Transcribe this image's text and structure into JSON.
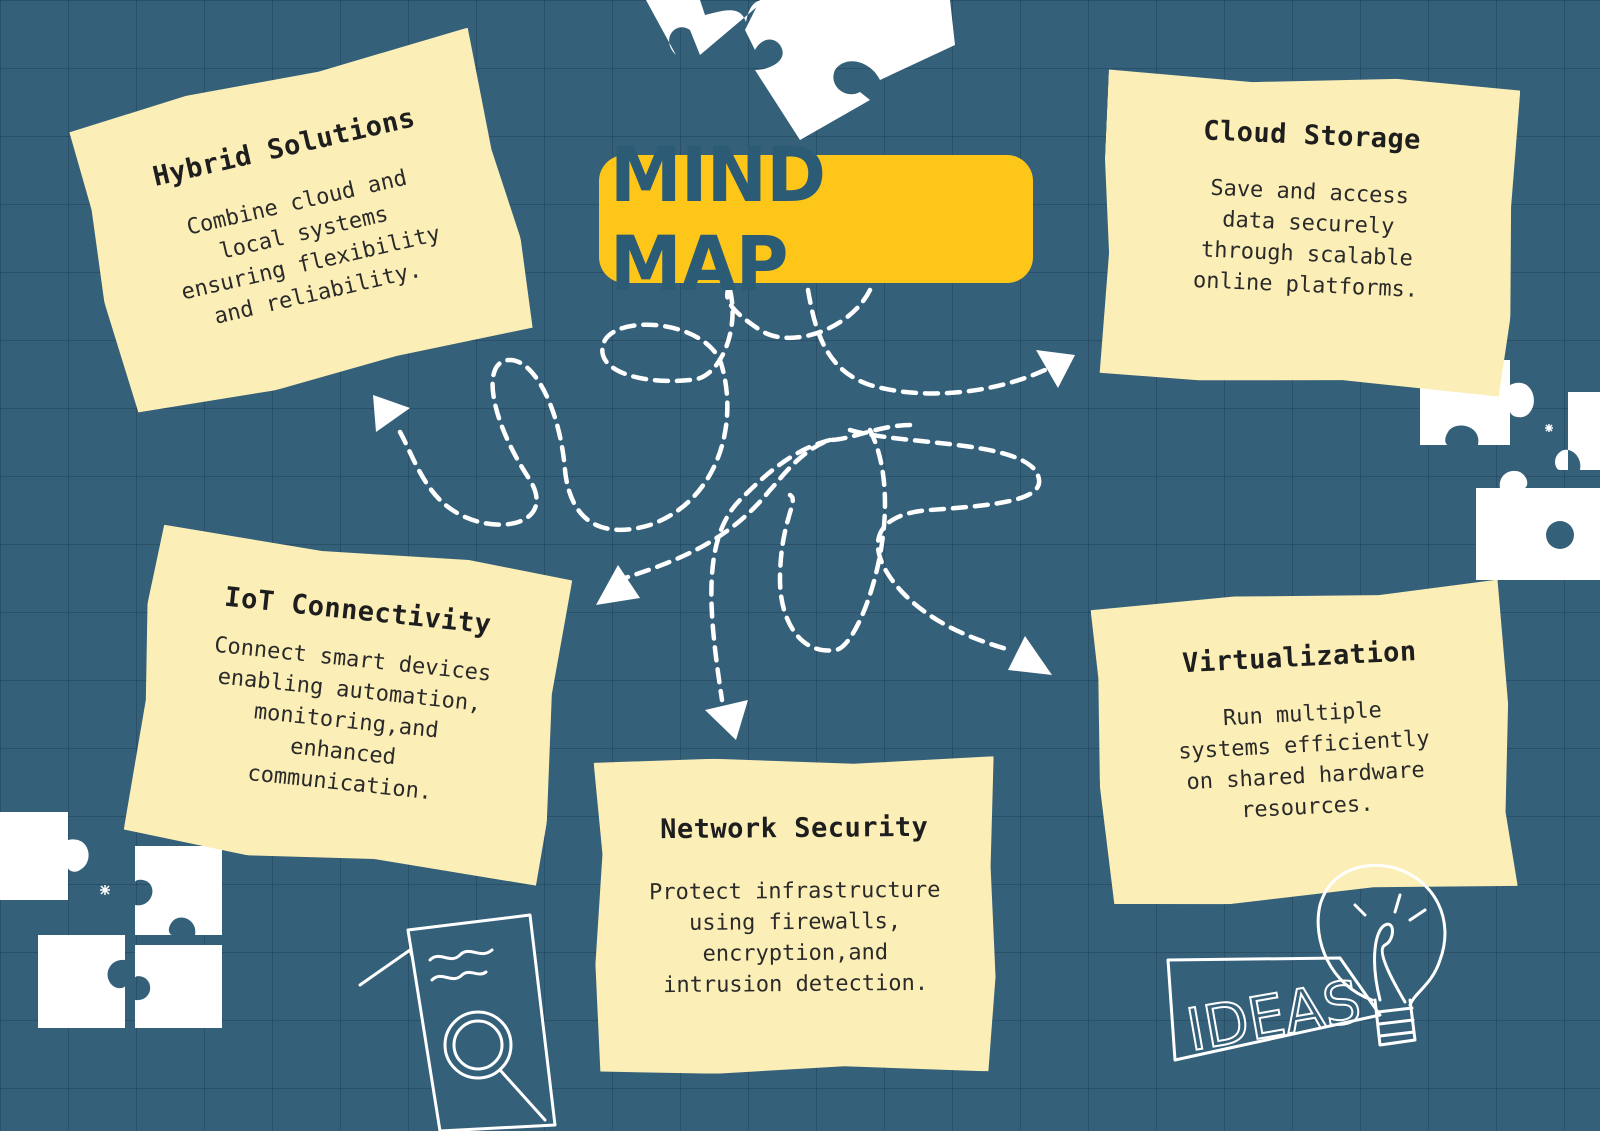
{
  "title": "MIND MAP",
  "colors": {
    "background": "#35607a",
    "note": "#fbeeb6",
    "title_box": "#ffc61a",
    "title_text": "#2c5c75",
    "doodle": "#ffffff"
  },
  "nodes": [
    {
      "id": "hybrid",
      "title": "Hybrid Solutions",
      "lines": [
        "Combine cloud and",
        "local systems",
        "ensuring flexibility",
        "and reliability."
      ]
    },
    {
      "id": "cloud",
      "title": "Cloud Storage",
      "lines": [
        "Save and access",
        "data securely",
        "through scalable",
        "online platforms."
      ]
    },
    {
      "id": "iot",
      "title": "IoT Connectivity",
      "lines": [
        "Connect smart devices",
        "enabling automation,",
        "monitoring,and",
        "enhanced",
        "communication."
      ]
    },
    {
      "id": "network",
      "title": "Network Security",
      "lines": [
        "Protect infrastructure",
        "using firewalls,",
        "encryption,and",
        "intrusion detection."
      ]
    },
    {
      "id": "virtual",
      "title": "Virtualization",
      "lines": [
        "Run multiple",
        "systems efficiently",
        "on shared hardware",
        "resources."
      ]
    }
  ],
  "doodles": {
    "ideas_label": "IDEAS",
    "icons": [
      "puzzle-icon",
      "document-search-icon",
      "lightbulb-icon",
      "sparkle-icon"
    ]
  }
}
